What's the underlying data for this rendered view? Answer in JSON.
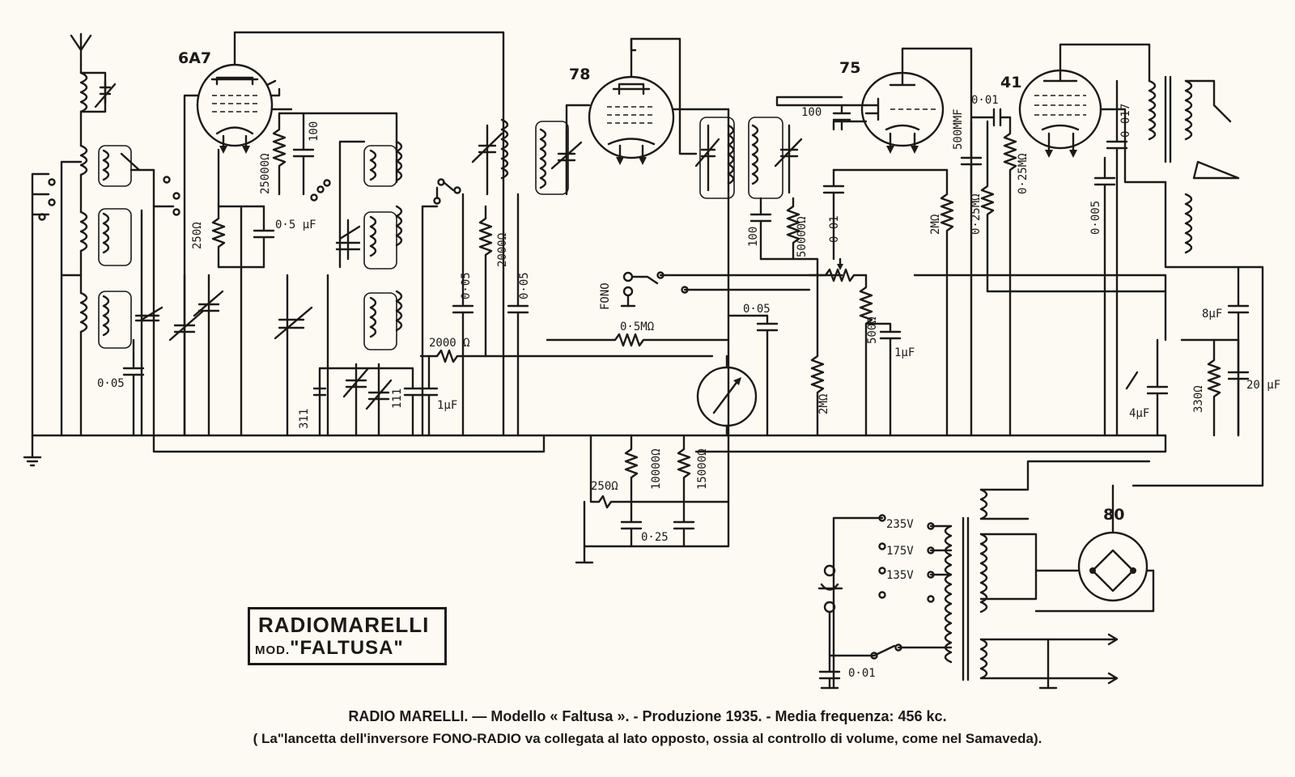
{
  "diagram": {
    "tubes": [
      {
        "id": "6A7",
        "label": "6A7"
      },
      {
        "id": "78",
        "label": "78"
      },
      {
        "id": "75",
        "label": "75"
      },
      {
        "id": "41",
        "label": "41"
      },
      {
        "id": "80",
        "label": "80"
      }
    ],
    "component_labels": {
      "c_005_left": "0·05",
      "r_250": "250Ω",
      "r_25000": "25000Ω",
      "c_100_a": "100",
      "c_05uf": "0·5 μF",
      "c_311": "311",
      "c_111": "111",
      "c_1uf_a": "1μF",
      "r_2000_a": "2000Ω",
      "c_005_b": "0·05",
      "c_005_c": "0·05",
      "r_2000_b": "2000 Ω",
      "fono": "FONO",
      "r_05m": "0·5MΩ",
      "c_005_d": "0·05",
      "c_100_b": "100",
      "c_100_c": "100",
      "r_50000": "50000Ω",
      "c_001_a": "0·01",
      "r_2m_a": "2MΩ",
      "r_500": "500Ω",
      "c_1uf_b": "1μF",
      "r_2m_b": "2MΩ",
      "c_500mmf": "500MMF",
      "r_025m_a": "0·25MΩ",
      "c_001_b": "0·01",
      "r_025m_b": "0·25MΩ",
      "c_0017": "0·017",
      "c_0005": "0·005",
      "c_8mf": "8μF",
      "r_330": "330Ω",
      "c_4mf": "4μF",
      "c_20mf": "20 μF",
      "r_250_b": "250Ω",
      "r_10000": "10000Ω",
      "r_15000": "15000Ω",
      "c_025": "0·25",
      "v_235": "235V",
      "v_175": "175V",
      "v_135": "135V",
      "c_001_c": "0·01"
    }
  },
  "title_box": {
    "line1": "RADIOMARELLI",
    "line2_prefix": "MOD.",
    "line2_name": "\"FALTUSA\""
  },
  "caption": {
    "line1": "RADIO MARELLI. — Modello « Faltusa ». - Produzione 1935. - Media frequenza: 456 kc.",
    "line2": "( La\"lancetta dell'inversore FONO-RADIO va collegata al lato opposto, ossia al controllo di volume, come nel Samaveda)."
  }
}
